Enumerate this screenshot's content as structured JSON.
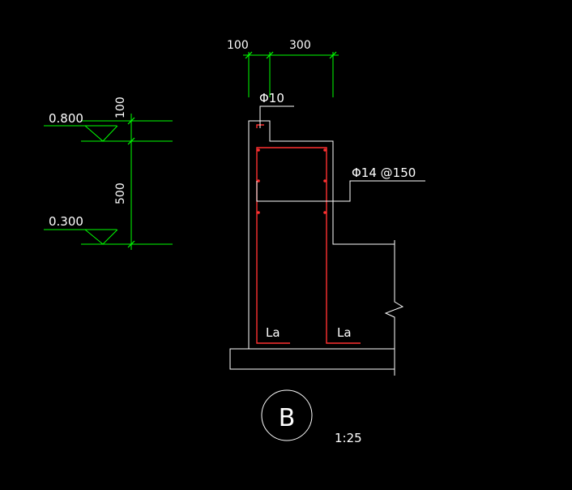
{
  "colors": {
    "background": "#000000",
    "outline": "#ffffff",
    "dimension": "#00ff00",
    "rebar": "#ff3030"
  },
  "dimensions_top": {
    "left": "100",
    "right": "300"
  },
  "dimensions_side": {
    "top": "100",
    "middle": "500"
  },
  "elevations": {
    "upper": "0.800",
    "lower": "0.300"
  },
  "rebar_labels": {
    "small_bar": "Φ10",
    "stirrup": "Φ14 @150"
  },
  "anchorage": {
    "left": "La",
    "right": "La"
  },
  "section": {
    "id": "B",
    "scale": "1:25"
  }
}
